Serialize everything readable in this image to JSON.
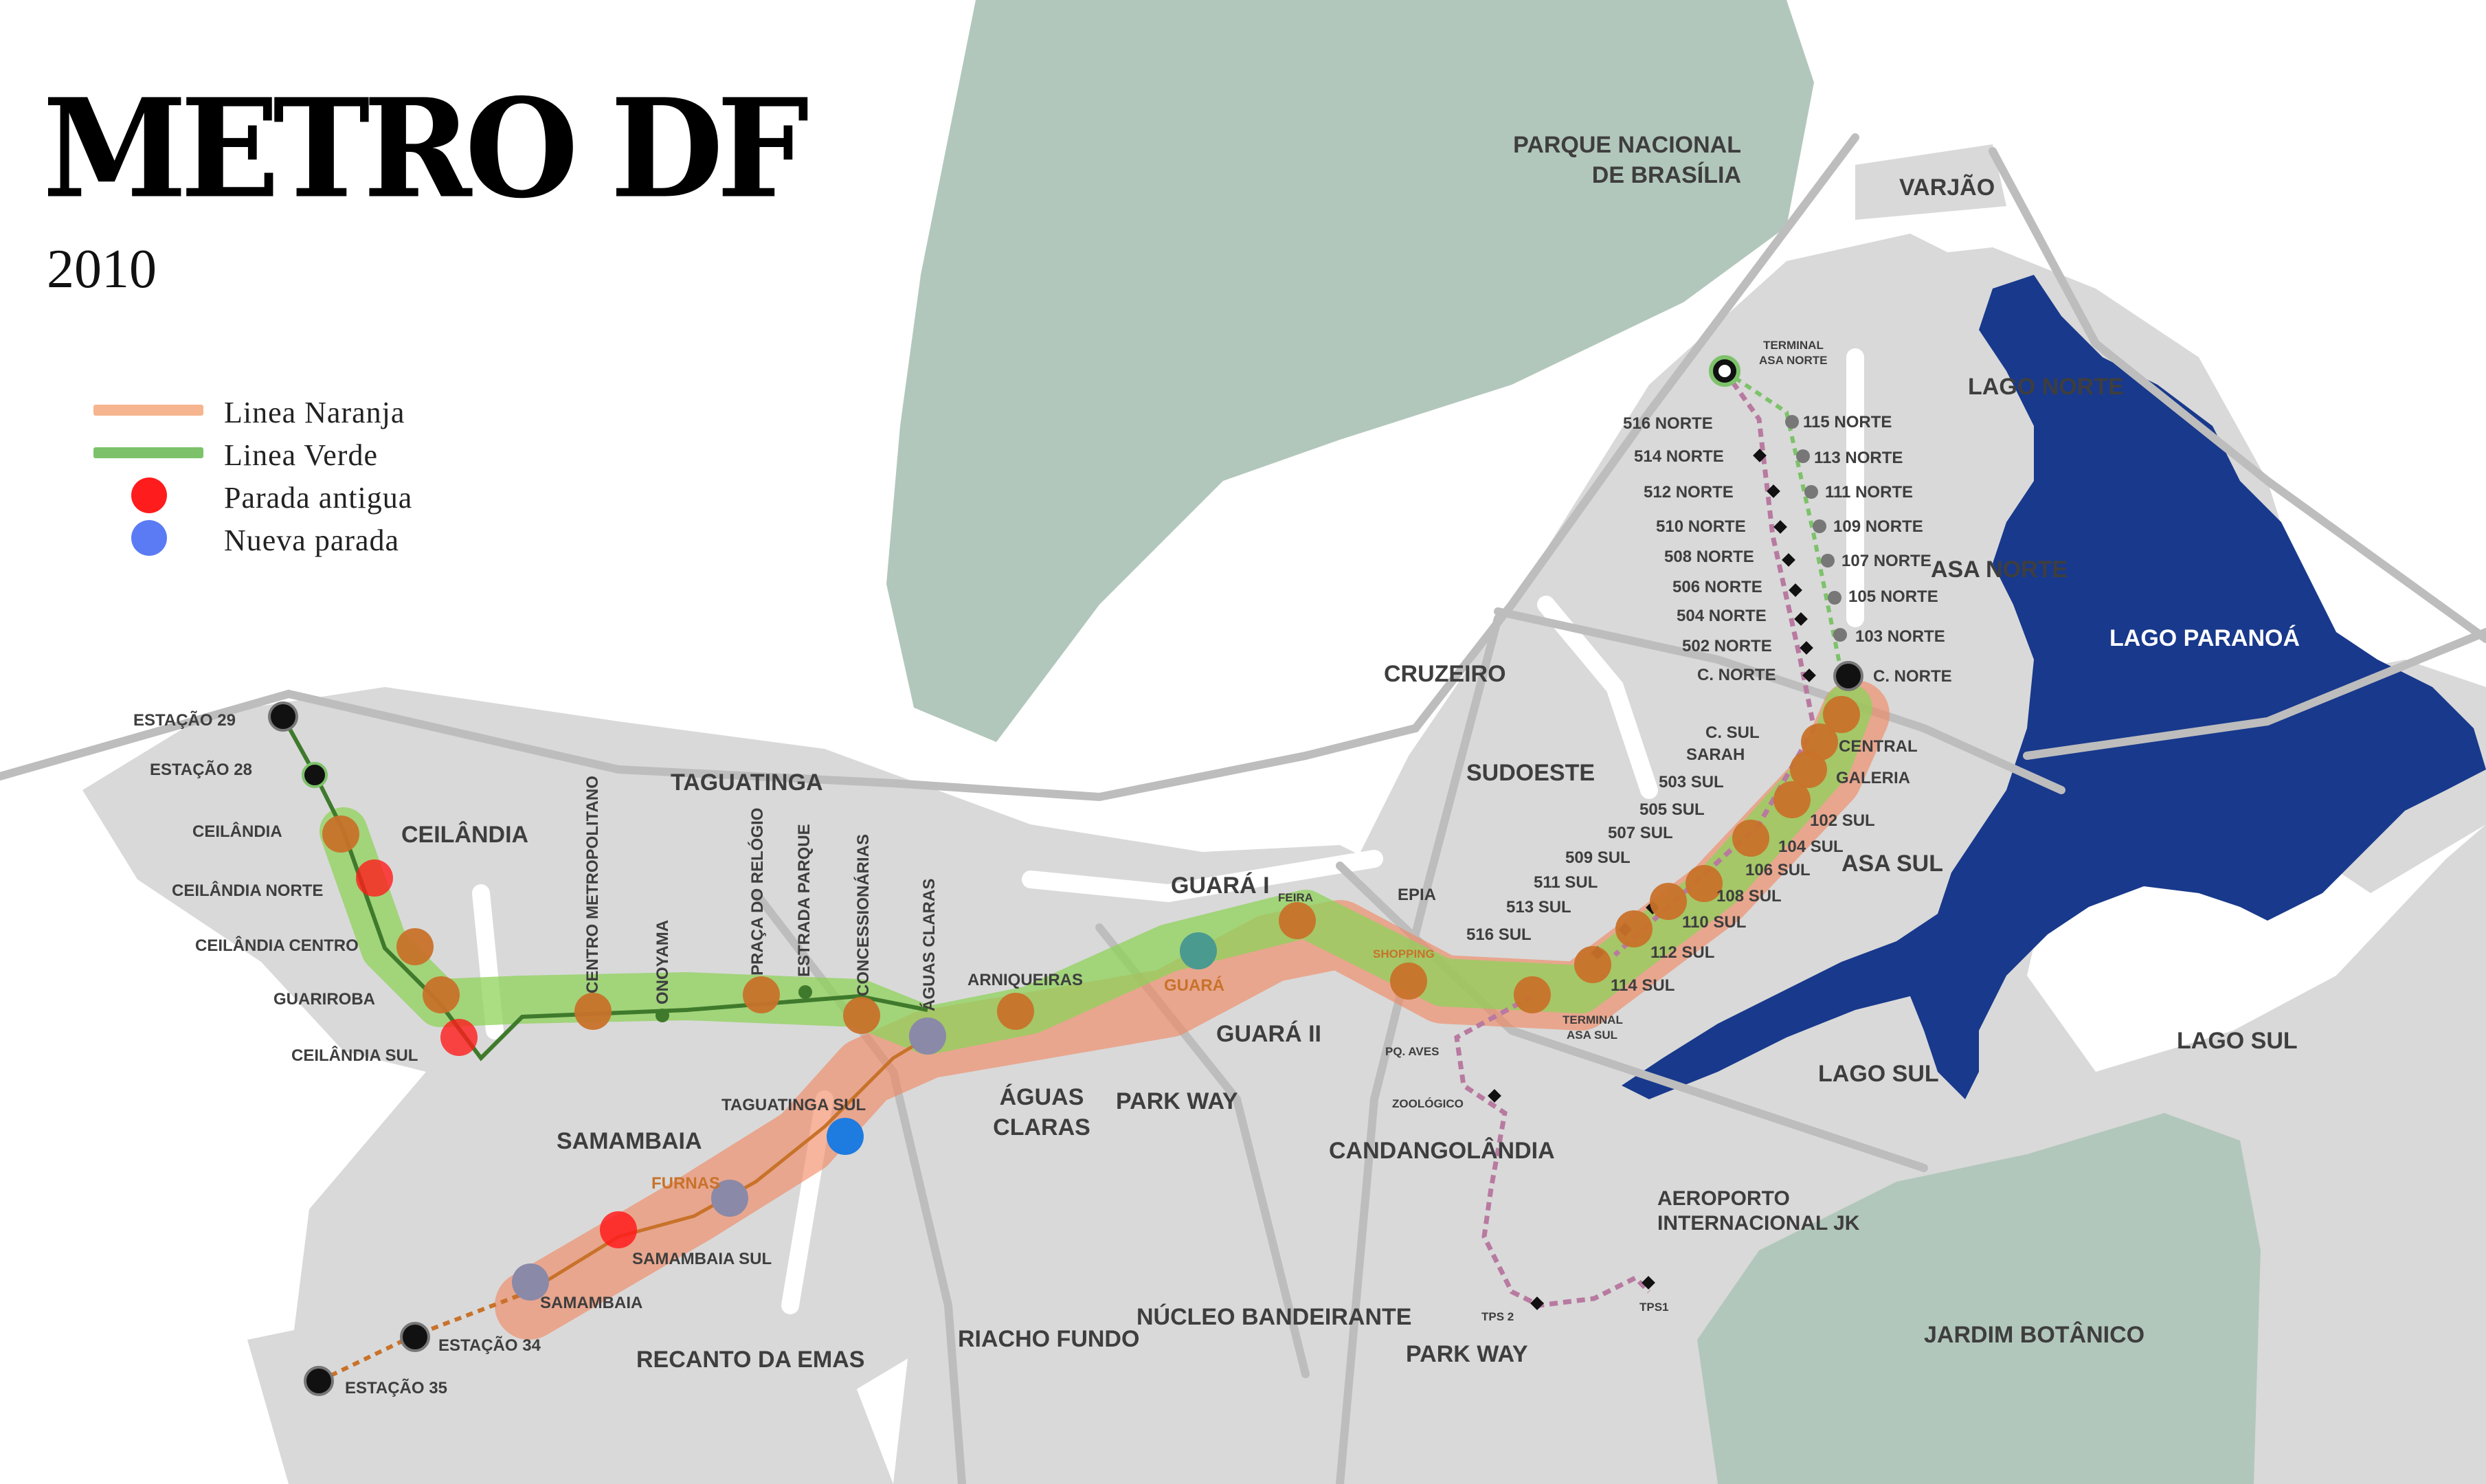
{
  "title": "METRO DF",
  "year": "2010",
  "legend": [
    {
      "label": "Linea Naranja",
      "kind": "line",
      "color": "#f6b58e"
    },
    {
      "label": "Linea Verde",
      "kind": "line",
      "color": "#7dc26a"
    },
    {
      "label": "Parada antigua",
      "kind": "dot",
      "color": "#ff1c1c"
    },
    {
      "label": "Nueva parada",
      "kind": "dot",
      "color": "#5b7bf5"
    }
  ],
  "colors": {
    "urban": "#d9d9d9",
    "background": "#ffffff",
    "park": "#b2c7bc",
    "lake": "#18398c",
    "orange_band": "#f2845c",
    "green_band": "#8fd25a",
    "station_fill": "#c8722a",
    "old_stop": "#ff1c1c",
    "new_stop": "#5b7bf5",
    "blue_stop": "#1e7be0",
    "track": "#3f7a2c",
    "brt": "#b87aa0"
  },
  "regions": {
    "parque_nacional": "PARQUE NACIONAL\nDE BRASÍLIA",
    "varjao": "VARJÃO",
    "lago_norte": "LAGO NORTE",
    "asa_norte": "ASA NORTE",
    "lago_paranoa": "LAGO PARANOÁ",
    "cruzeiro": "CRUZEIRO",
    "sudoeste": "SUDOESTE",
    "taguatinga": "TAGUATINGA",
    "ceilandia": "CEILÂNDIA",
    "guara_i": "GUARÁ I",
    "guara_ii": "GUARÁ II",
    "asa_sul": "ASA SUL",
    "lago_sul": "LAGO SUL",
    "aguas_claras": "ÁGUAS\nCLARAS",
    "park_way_1": "PARK WAY",
    "park_way_2": "PARK WAY",
    "samambaia": "SAMAMBAIA",
    "candangolandia": "CANDANGOLÂNDIA",
    "aeroporto": "AEROPORTO\nINTERNACIONAL JK",
    "riacho_fundo": "RIACHO FUNDO",
    "nucleo_bandeirante": "NÚCLEO BANDEIRANTE",
    "recanto_emas": "RECANTO DA EMAS",
    "jardim_botanico": "JARDIM BOTÂNICO"
  },
  "stations": {
    "estacao29": "ESTAÇÃO 29",
    "estacao28": "ESTAÇÃO 28",
    "ceilandia": "CEILÂNDIA",
    "ceilandia_norte": "CEILÂNDIA NORTE",
    "ceilandia_centro": "CEILÂNDIA CENTRO",
    "guariroba": "GUARIROBA",
    "ceilandia_sul": "CEILÂNDIA SUL",
    "centro_metropolitano": "CENTRO METROPOLITANO",
    "onoyama": "ONOYAMA",
    "praca_relogio": "PRAÇA DO RELÓGIO",
    "estrada_parque": "ESTRADA PARQUE",
    "concessionarias": "CONCESSIONÁRIAS",
    "aguas_claras": "ÁGUAS CLARAS",
    "arniqueiras": "ARNIQUEIRAS",
    "guara": "GUARÁ",
    "feira": "FEIRA",
    "epia": "EPIA",
    "shopping": "SHOPPING",
    "terminal_asa_sul": "TERMINAL\nASA SUL",
    "taguatinga_sul": "TAGUATINGA SUL",
    "furnas": "FURNAS",
    "samambaia_sul": "SAMAMBAIA SUL",
    "samambaia": "SAMAMBAIA",
    "estacao34": "ESTAÇÃO 34",
    "estacao35": "ESTAÇÃO 35",
    "terminal_asa_norte": "TERMINAL\nASA NORTE",
    "c_norte": "C. NORTE",
    "central": "CENTRAL",
    "galeria": "GALERIA",
    "c_sul": "C. SUL",
    "sarah": "SARAH",
    "s102": "102 SUL",
    "s104": "104 SUL",
    "s106": "106 SUL",
    "s108": "108 SUL",
    "s110": "110 SUL",
    "s112": "112 SUL",
    "s114": "114 SUL",
    "s503": "503 SUL",
    "s505": "505 SUL",
    "s507": "507 SUL",
    "s509": "509 SUL",
    "s511": "511 SUL",
    "s513": "513 SUL",
    "s516": "516 SUL",
    "n516": "516 NORTE",
    "n514": "514 NORTE",
    "n512": "512 NORTE",
    "n510": "510 NORTE",
    "n508": "508 NORTE",
    "n506": "506 NORTE",
    "n504": "504 NORTE",
    "n502": "502 NORTE",
    "c_norte_w": "C. NORTE",
    "n115": "115 NORTE",
    "n113": "113 NORTE",
    "n111": "111 NORTE",
    "n109": "109 NORTE",
    "n107": "107 NORTE",
    "n105": "105 NORTE",
    "n103": "103 NORTE",
    "pq_aves": "PQ. AVES",
    "zoologico": "ZOOLÓGICO",
    "tps2": "TPS 2",
    "tps1": "TPS1"
  }
}
